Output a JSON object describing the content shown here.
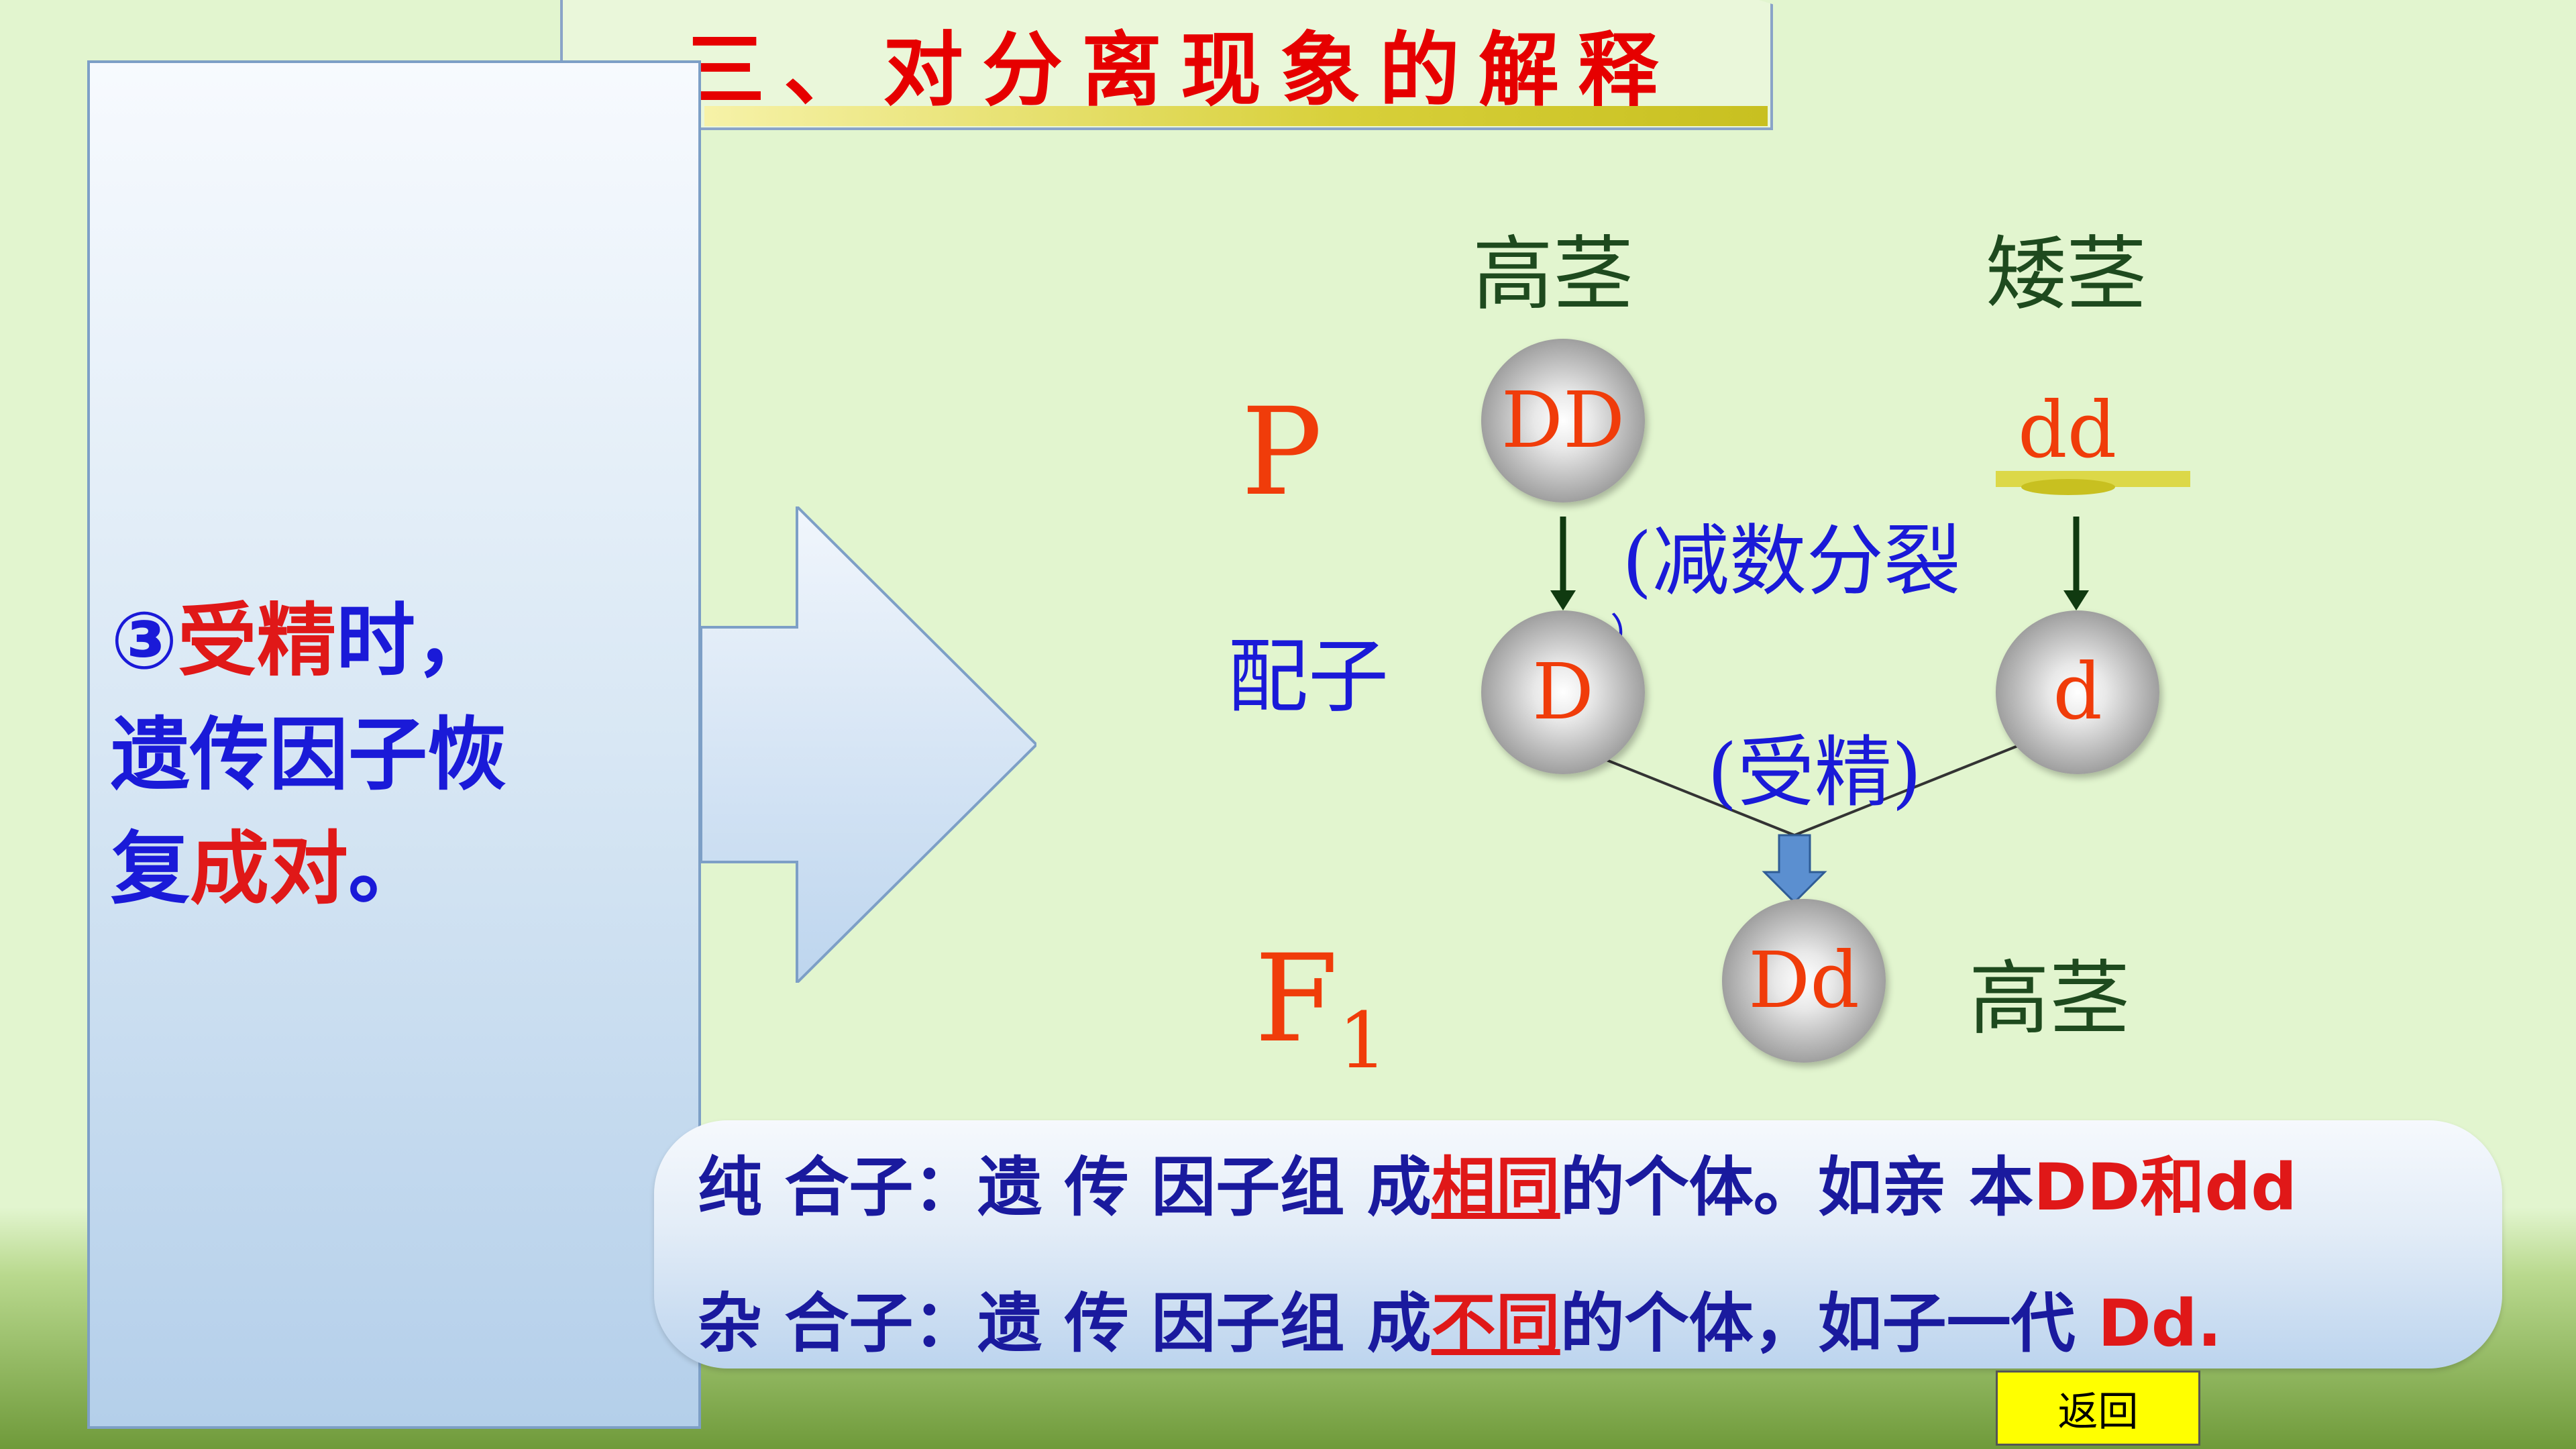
{
  "title": "三、对分离现象的解释",
  "left_text": {
    "marker": "③",
    "part1": "受精",
    "part2": "时，",
    "line2": "遗传因子恢",
    "line3_a": "复",
    "line3_b": "成对",
    "line3_c": "。"
  },
  "diagram": {
    "p_label": "P",
    "gamete_label": "配子",
    "f1_label": "F",
    "f1_sub": "1",
    "tall_parent": "高茎",
    "dwarf_parent": "矮茎",
    "tall_offspring": "高茎",
    "parent1_genotype": "DD",
    "parent2_genotype": "dd",
    "gamete1": "D",
    "gamete2": "d",
    "offspring_genotype": "Dd",
    "meiosis_label": "(减数分裂",
    "fertilization_label": "(受精)",
    "stray_mark": "）"
  },
  "definitions": {
    "homozygote": {
      "prefix": "纯 合子：遗 传 因子组 成",
      "highlight": "相同",
      "middle": "的个体。如亲 本",
      "example": "DD和dd"
    },
    "heterozygote": {
      "prefix": "杂 合子：遗 传 因子组 成",
      "highlight": "不同",
      "middle": "的个体，如子一代 ",
      "example": "Dd."
    }
  },
  "return_button": "返回",
  "colors": {
    "background": "#e2f5cf",
    "title_red": "#e60000",
    "text_blue": "#1a1ad8",
    "genotype_orange": "#f03c0a",
    "button_yellow": "#ffff00"
  }
}
